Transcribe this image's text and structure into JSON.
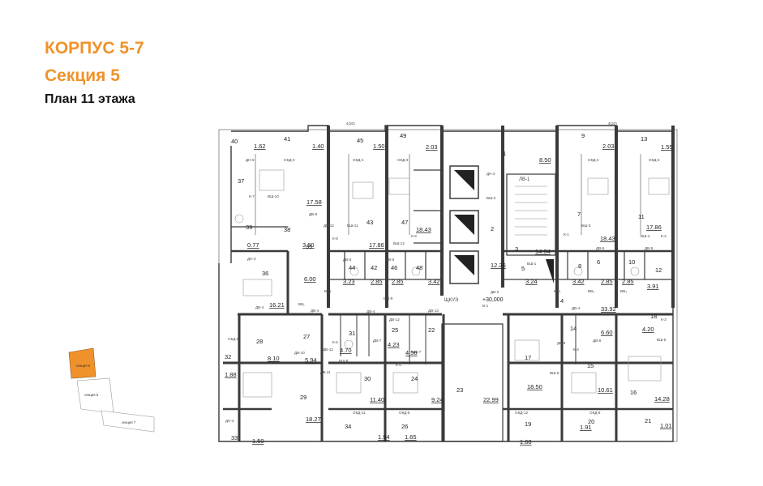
{
  "title": {
    "building": "КОРПУС 5-7",
    "section": "Секция 5",
    "floor": "План 11 этажа"
  },
  "colors": {
    "accent": "#f0922b",
    "wall": "#3a3a3a",
    "line": "#555555"
  },
  "level_mark": "+30,000",
  "core_label": "ЩКУЭ",
  "lift_label": "ЛВ-1",
  "rooms": [
    {
      "n": "40",
      "a": "1.62"
    },
    {
      "n": "41",
      "a": "1.40"
    },
    {
      "n": "45",
      "a": "1.50"
    },
    {
      "n": "49",
      "a": "2.03"
    },
    {
      "n": "1",
      "a": "8.50"
    },
    {
      "n": "9",
      "a": "2.03"
    },
    {
      "n": "13",
      "a": "1.55"
    },
    {
      "n": "37",
      "a": "17.58"
    },
    {
      "n": "43",
      "a": "17.86"
    },
    {
      "n": "47",
      "a": "18.43"
    },
    {
      "n": "2",
      "a": "12.26"
    },
    {
      "n": "3",
      "a": "14.04"
    },
    {
      "n": "7",
      "a": "18.43"
    },
    {
      "n": "11",
      "a": "17.86"
    },
    {
      "n": "39",
      "a": "0.77"
    },
    {
      "n": "38",
      "a": "3.60"
    },
    {
      "n": "35",
      "a": "6.00"
    },
    {
      "n": "36",
      "a": "16.21"
    },
    {
      "n": "44",
      "a": "3.23"
    },
    {
      "n": "42",
      "a": "2.85"
    },
    {
      "n": "46",
      "a": "2.85"
    },
    {
      "n": "48",
      "a": "3.42"
    },
    {
      "n": "5",
      "a": "3.24"
    },
    {
      "n": "8",
      "a": "3.42"
    },
    {
      "n": "6",
      "a": "2.85"
    },
    {
      "n": "10",
      "a": "2.85"
    },
    {
      "n": "12",
      "a": "3.91"
    },
    {
      "n": "4",
      "a": "33.92"
    },
    {
      "n": "18",
      "a": "4.20"
    },
    {
      "n": "28",
      "a": "8.10"
    },
    {
      "n": "27",
      "a": "5.94"
    },
    {
      "n": "31",
      "a": "4.70"
    },
    {
      "n": "25",
      "a": "4.23"
    },
    {
      "n": "22",
      "a": "4.56"
    },
    {
      "n": "14",
      "a": "6.60"
    },
    {
      "n": "32",
      "a": "1.88"
    },
    {
      "n": "29",
      "a": "18.27"
    },
    {
      "n": "30",
      "a": "11.40"
    },
    {
      "n": "24",
      "a": "9.24"
    },
    {
      "n": "23",
      "a": "22.99"
    },
    {
      "n": "17",
      "a": "18.50"
    },
    {
      "n": "15",
      "a": "10.61"
    },
    {
      "n": "16",
      "a": "14.28"
    },
    {
      "n": "33",
      "a": "1.50"
    },
    {
      "n": "34",
      "a": "1.94"
    },
    {
      "n": "26",
      "a": "1.65"
    },
    {
      "n": "19",
      "a": "1.68"
    },
    {
      "n": "20",
      "a": "1.91"
    },
    {
      "n": "21",
      "a": "1.01"
    }
  ],
  "tags": [
    "ДН-5",
    "ОКД-3",
    "ОКД-4",
    "ОКД-3",
    "ДН-2",
    "ОКД-4",
    "ОКД-3",
    "К-7",
    "ВШ-10",
    "ДВ-6",
    "ВШ-2",
    "ДВ-12",
    "ВШ-11",
    "ВШ-12",
    "ВШ-3",
    "ВШ-4",
    "К-8",
    "К-9",
    "К-1",
    "К-2",
    "ДН-3",
    "ДВ-6",
    "ДВ-5",
    "ДВ-5",
    "ДВ-5",
    "ВШ-1",
    "ДВ-2",
    "ДВ-4",
    "ВШ-9",
    "ВВз",
    "ВВз",
    "ВВ₄",
    "ВВ₄",
    "ВВ₁",
    "В-1",
    "ДВ-4",
    "ДВ-4",
    "К-3",
    "ВШ-5",
    "К-6",
    "ДВ-7",
    "ВШ-7",
    "К-4",
    "К-5",
    "ВШ-8",
    "ДВ-12",
    "ВШ-6",
    "ДВ-8",
    "ДВ-9",
    "ДВ-10",
    "ОКД-9",
    "ДН-4",
    "ОКД-11",
    "ОКД-8",
    "ОКД-12",
    "ОКД-8",
    "ДВ-4",
    "ДВ-11",
    "ДВ-13",
    "ДВ-12",
    "4(20)",
    "4(20)"
  ],
  "key_plan": {
    "section_a": "секция 5",
    "section_b": "секция 6",
    "section_c": "секция 7"
  }
}
